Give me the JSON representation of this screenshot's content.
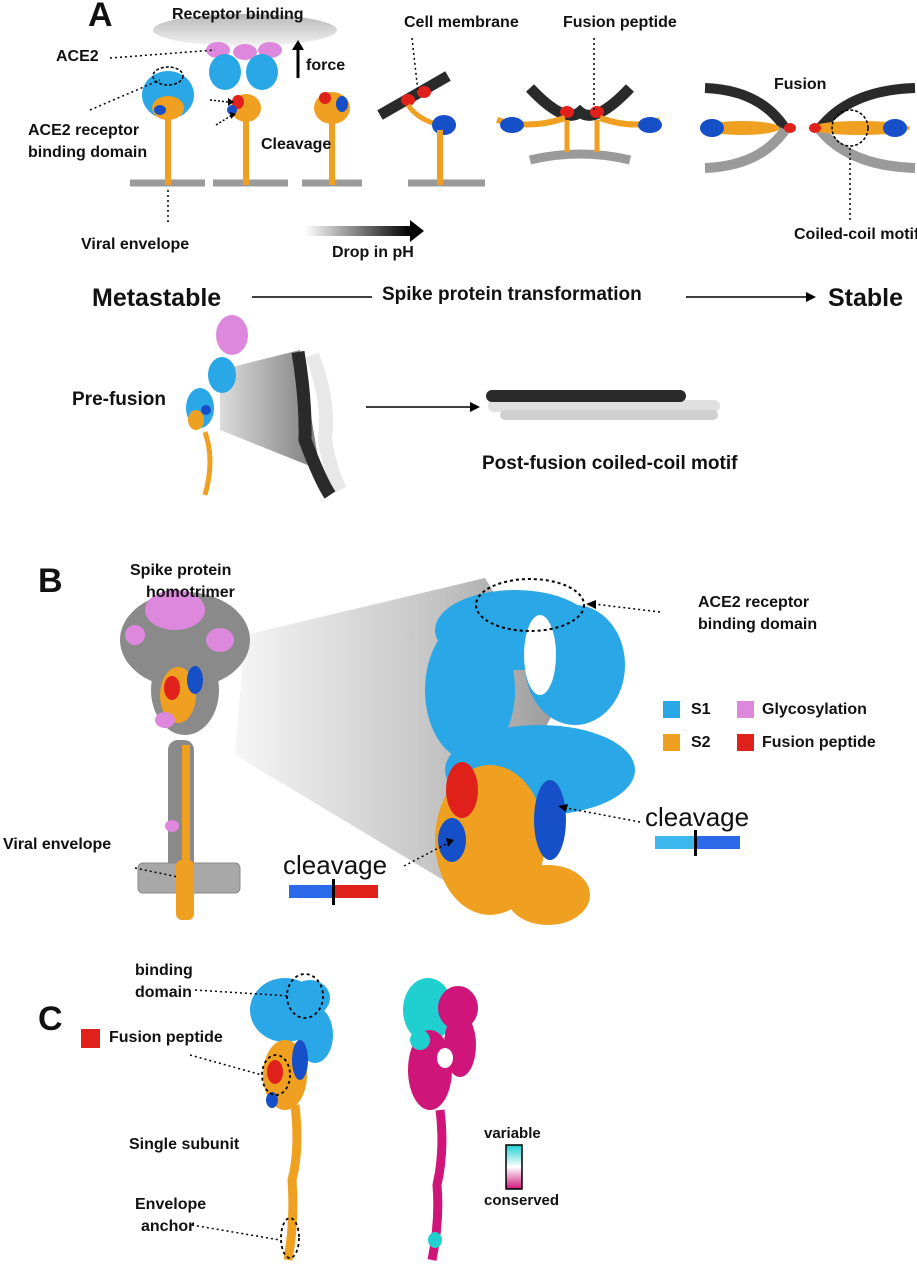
{
  "panel_a": {
    "letter": "A",
    "labels": {
      "receptor_binding": "Receptor binding",
      "ace2": "ACE2",
      "force": "force",
      "cell_membrane": "Cell membrane",
      "fusion_peptide": "Fusion peptide",
      "ace2_rbd_line1": "ACE2 receptor",
      "ace2_rbd_line2": "binding domain",
      "cleavage": "Cleavage",
      "fusion": "Fusion",
      "viral_envelope": "Viral envelope",
      "drop_in_ph": "Drop in pH",
      "coiled_coil": "Coiled-coil motif",
      "metastable": "Metastable",
      "transformation": "Spike protein transformation",
      "stable": "Stable",
      "pre_fusion": "Pre-fusion",
      "post_fusion": "Post-fusion coiled-coil motif"
    }
  },
  "panel_b": {
    "letter": "B",
    "labels": {
      "homotrimer_line1": "Spike protein",
      "homotrimer_line2": "homotrimer",
      "rbd_line1": "ACE2 receptor",
      "rbd_line2": "binding domain",
      "viral_envelope": "Viral envelope",
      "cleavage_left": "cleavage",
      "cleavage_right": "cleavage"
    },
    "legend": [
      {
        "label": "S1",
        "color": "#2aa7e6"
      },
      {
        "label": "S2",
        "color": "#f0a020"
      },
      {
        "label": "Glycosylation",
        "color": "#dd88dd"
      },
      {
        "label": "Fusion peptide",
        "color": "#e0201a"
      }
    ]
  },
  "panel_c": {
    "letter": "C",
    "labels": {
      "binding_line1": "binding",
      "binding_line2": "domain",
      "fusion_peptide": "Fusion peptide",
      "single_subunit": "Single subunit",
      "anchor_line1": "Envelope",
      "anchor_line2": "anchor",
      "variable": "variable",
      "conserved": "conserved"
    }
  },
  "colors": {
    "s1": "#2aa7e6",
    "s1_dark": "#1550c8",
    "s2": "#f0a020",
    "glyco": "#dd88dd",
    "fusion": "#e0201a",
    "membrane_gray": "#9a9a9a",
    "membrane_dark": "#2a2a2a",
    "variable": "#20d0d0",
    "conserved": "#d0157a"
  }
}
